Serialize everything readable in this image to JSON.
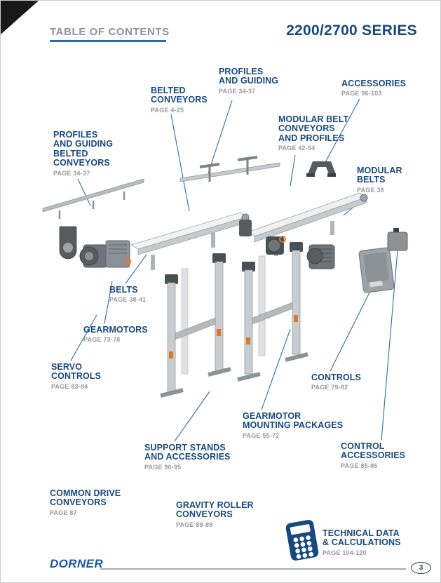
{
  "header": {
    "toc_title": "TABLE OF CONTENTS",
    "series_title": "2200/2700 SERIES"
  },
  "labels": [
    {
      "title": "PROFILES\nAND GUIDING",
      "page": "PAGE 34-37"
    },
    {
      "title": "BELTED\nCONVEYORS",
      "page": "PAGE 4-25"
    },
    {
      "title": "ACCESSORIES",
      "page": "PAGE 96-103"
    },
    {
      "title": "MODULAR BELT\nCONVEYORS\nAND PROFILES",
      "page": "PAGE 42-54"
    },
    {
      "title": "PROFILES\nAND GUIDING\nBELTED\nCONVEYORS",
      "page": "PAGE 34-37"
    },
    {
      "title": "MODULAR\nBELTS",
      "page": "PAGE 38"
    },
    {
      "title": "BELTS",
      "page": "PAGE 38-41"
    },
    {
      "title": "GEARMOTORS",
      "page": "PAGE 73-78"
    },
    {
      "title": "SERVO\nCONTROLS",
      "page": "PAGE 83-84"
    },
    {
      "title": "CONTROLS",
      "page": "PAGE 79-82"
    },
    {
      "title": "GEARMOTOR\nMOUNTING PACKAGES",
      "page": "PAGE 55-72"
    },
    {
      "title": "SUPPORT STANDS\nAND ACCESSORIES",
      "page": "PAGE 90-95"
    },
    {
      "title": "CONTROL\nACCESSORIES",
      "page": "PAGE 85-86"
    },
    {
      "title": "COMMON DRIVE\nCONVEYORS",
      "page": "PAGE 87"
    },
    {
      "title": "GRAVITY ROLLER\nCONVEYORS",
      "page": "PAGE 88-89"
    },
    {
      "title": "TECHNICAL DATA\n& CALCULATIONS",
      "page": "PAGE 104-120"
    }
  ],
  "footer": {
    "logo_text": "DORNER",
    "page_number": "3"
  },
  "colors": {
    "label_navy": "#17497E",
    "page_gray": "#97999D",
    "accent_blue": "#2E6DA4",
    "logo_blue": "#1559A9",
    "callout_line": "#2E6DA4",
    "stand_orange": "#D97B2E"
  }
}
